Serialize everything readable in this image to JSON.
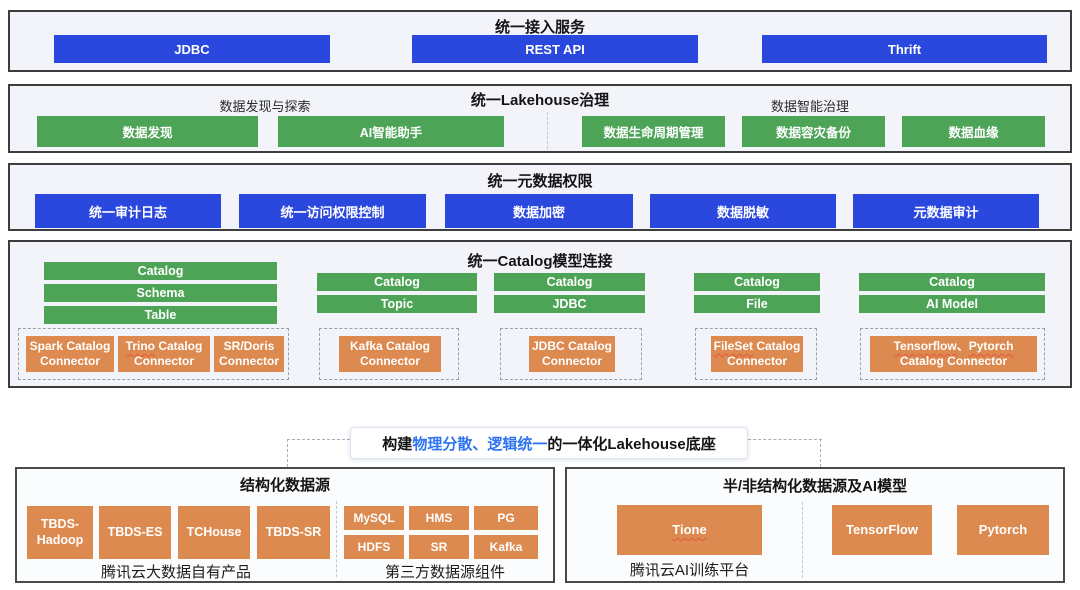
{
  "colors": {
    "blue": "#2B48DE",
    "green": "#4DA457",
    "orange": "#DC8A4F",
    "highlight_blue": "#2E74F0"
  },
  "access_service": {
    "title": "统一接入服务",
    "buttons": [
      "JDBC",
      "REST API",
      "Thrift"
    ]
  },
  "lakehouse_governance": {
    "title": "统一Lakehouse治理",
    "discovery_group": {
      "subtitle": "数据发现与探索",
      "buttons": [
        "数据发现",
        "AI智能助手"
      ]
    },
    "intelligence_group": {
      "subtitle": "数据智能治理",
      "buttons": [
        "数据生命周期管理",
        "数据容灾备份",
        "数据血缘"
      ]
    }
  },
  "metadata_permission": {
    "title": "统一元数据权限",
    "buttons": [
      "统一审计日志",
      "统一访问权限控制",
      "数据加密",
      "数据脱敏",
      "元数据审计"
    ]
  },
  "catalog_connection": {
    "title": "统一Catalog模型连接",
    "columns": [
      {
        "models": [
          "Catalog",
          "Schema",
          "Table"
        ],
        "connectors": [
          {
            "text": "Spark Catalog Connector"
          },
          {
            "word": "Trino",
            "rest": " Catalog Connector"
          },
          {
            "text": "SR/Doris Connector"
          }
        ]
      },
      {
        "models": [
          "Catalog",
          "Topic"
        ],
        "connector": {
          "text": "Kafka Catalog Connector"
        }
      },
      {
        "models": [
          "Catalog",
          "JDBC"
        ],
        "connector": {
          "text": "JDBC Catalog Connector"
        }
      },
      {
        "models": [
          "Catalog",
          "File"
        ],
        "connector": {
          "word": "FileSet",
          "rest": " Catalog Connector"
        }
      },
      {
        "models": [
          "Catalog",
          "AI Model"
        ],
        "connector": {
          "word1": "Tensorflow",
          "separator": "、",
          "word2": "Pytorch",
          "rest": " Catalog Connector"
        }
      }
    ]
  },
  "banner": {
    "prefix": "构建",
    "highlight": "物理分散、逻辑统一",
    "suffix": "的一体化Lakehouse底座"
  },
  "structured_sources": {
    "title": "结构化数据源",
    "own_products": [
      "TBDS-Hadoop",
      "TBDS-ES",
      "TCHouse",
      "TBDS-SR"
    ],
    "own_products_label": "腾讯云大数据自有产品",
    "third_party_row1": [
      "MySQL",
      "HMS",
      "PG"
    ],
    "third_party_row2": [
      "HDFS",
      "SR",
      "Kafka"
    ],
    "third_party_label": "第三方数据源组件"
  },
  "unstructured_sources": {
    "title": "半/非结构化数据源及AI模型",
    "tione": "Tione",
    "tione_label": "腾讯云AI训练平台",
    "frameworks": [
      "TensorFlow",
      "Pytorch"
    ]
  }
}
